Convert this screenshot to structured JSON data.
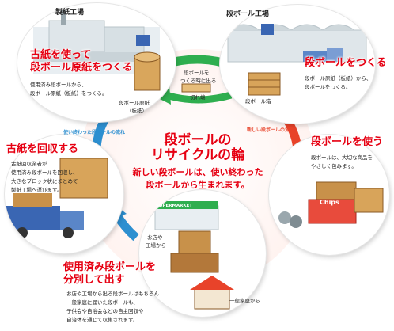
{
  "places": {
    "paper_mill": "製紙工場",
    "box_factory": "段ボール工場"
  },
  "center": {
    "title_line1": "段ボールの",
    "title_line2": "リサイクルの輪",
    "sub_line1": "新しい段ボールは、使い終わった",
    "sub_line2": "段ボールから生まれます。"
  },
  "steps": {
    "make_board": {
      "title_line1": "古紙を使って",
      "title_line2": "段ボール原紙をつくる",
      "desc_line1": "使用済み段ボールから、",
      "desc_line2": "段ボール原紙（板紙）をつくる。"
    },
    "make_box": {
      "title": "段ボールをつくる",
      "desc_line1": "段ボール原紙（板紙）から、",
      "desc_line2": "段ボールをつくる。"
    },
    "use_box": {
      "title": "段ボールを使う",
      "desc_line1": "段ボールは、大切な商品を",
      "desc_line2": "やさしく包みます。"
    },
    "collect": {
      "title": "古紙を回収する",
      "desc_line1": "古紙回収業者が",
      "desc_line2": "使用済み段ボールを回収し、",
      "desc_line3": "大きなブロック状にまとめて",
      "desc_line4": "製紙工場へ運びます。"
    },
    "put_out": {
      "title_line1": "使用済み段ボールを",
      "title_line2": "分別して出す",
      "desc_line1": "お店や工場から出る段ボールはもちろん",
      "desc_line2": "一般家庭に届いた段ボールも、",
      "desc_line3": "子供会や自治会などの自主回収や",
      "desc_line4": "自治体を通じて収集されます。"
    }
  },
  "labels": {
    "board_roll_line1": "段ボール原紙",
    "board_roll_line2": "（板紙）",
    "offcut_line1": "段ボールを",
    "offcut_line2": "つくる時に出る",
    "offcut_line3": "切れ端",
    "box": "段ボール箱",
    "shop_line1": "お店や",
    "shop_line2": "工場から",
    "home": "一般家庭から",
    "chips": "Chips",
    "supermarket": "SUPERMARKET"
  },
  "flows": {
    "used_flow": "使い終わった段ボールの流れ",
    "new_flow": "新しい段ボールの流れ"
  },
  "colors": {
    "accent_red": "#e60012",
    "arrow_green": "#2fae4f",
    "arrow_red": "#e8432a",
    "arrow_blue": "#2d8fd0",
    "cardboard": "#c8914a"
  }
}
